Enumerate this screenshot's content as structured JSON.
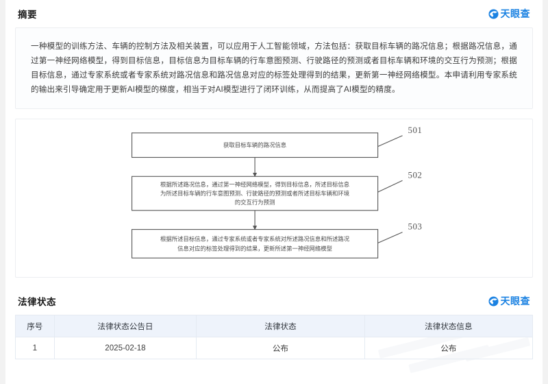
{
  "brand": {
    "logo_text": "天眼查",
    "logo_icon": "eye-circle-icon",
    "accent_color": "#1b82e2"
  },
  "abstract_section": {
    "title": "摘要",
    "text": "一种模型的训练方法、车辆的控制方法及相关装置，可以应用于人工智能领域，方法包括：获取目标车辆的路况信息；根据路况信息，通过第一神经网络模型，得到目标信息，目标信息为目标车辆的行车意图预测、行驶路径的预测或者目标车辆和环境的交互行为预测；根据目标信息，通过专家系统或者专家系统对路况信息和路况信息对应的标签处理得到的结果，更新第一神经网络模型。本申请利用专家系统的输出来引导确定用于更新AI模型的梯度，相当于对AI模型进行了闭环训练，从而提高了AI模型的精度。"
  },
  "figure_section": {
    "nodes": [
      {
        "ref": "501",
        "lines": [
          "获取目标车辆的路况信息"
        ]
      },
      {
        "ref": "502",
        "lines": [
          "根据所述路况信息，通过第一神经网络模型，得到目标信息，所述目标信息",
          "为所述目标车辆的行车意图预测、行驶路径的预测或者所述目标车辆和环境",
          "的交互行为预测"
        ]
      },
      {
        "ref": "503",
        "lines": [
          "根据所述目标信息，通过专家系统或者专家系统对所述路况信息和所述路况",
          "信息对应的标签处理得到的结果，更新所述第一神经网络模型"
        ]
      }
    ]
  },
  "legal_section": {
    "title": "法律状态",
    "columns": [
      "序号",
      "法律状态公告日",
      "法律状态",
      "法律状态信息"
    ],
    "rows": [
      {
        "index": "1",
        "date": "2025-02-18",
        "state": "公布",
        "info": "公布"
      }
    ]
  }
}
